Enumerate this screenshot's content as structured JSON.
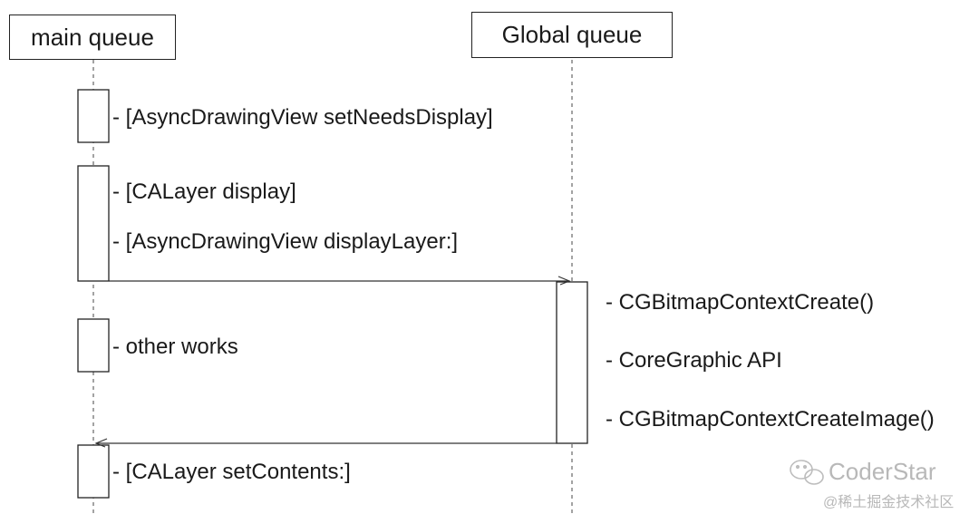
{
  "participants": {
    "main": "main queue",
    "global": "Global queue"
  },
  "main_queue_calls": [
    "- [AsyncDrawingView setNeedsDisplay]",
    "- [CALayer display]",
    "- [AsyncDrawingView displayLayer:]",
    "- other works",
    "- [CALayer setContents:]"
  ],
  "global_queue_calls": [
    "- CGBitmapContextCreate()",
    "- CoreGraphic API",
    "- CGBitmapContextCreateImage()"
  ],
  "watermark": {
    "brand": "CoderStar",
    "sub": "@稀土掘金技术社区"
  }
}
